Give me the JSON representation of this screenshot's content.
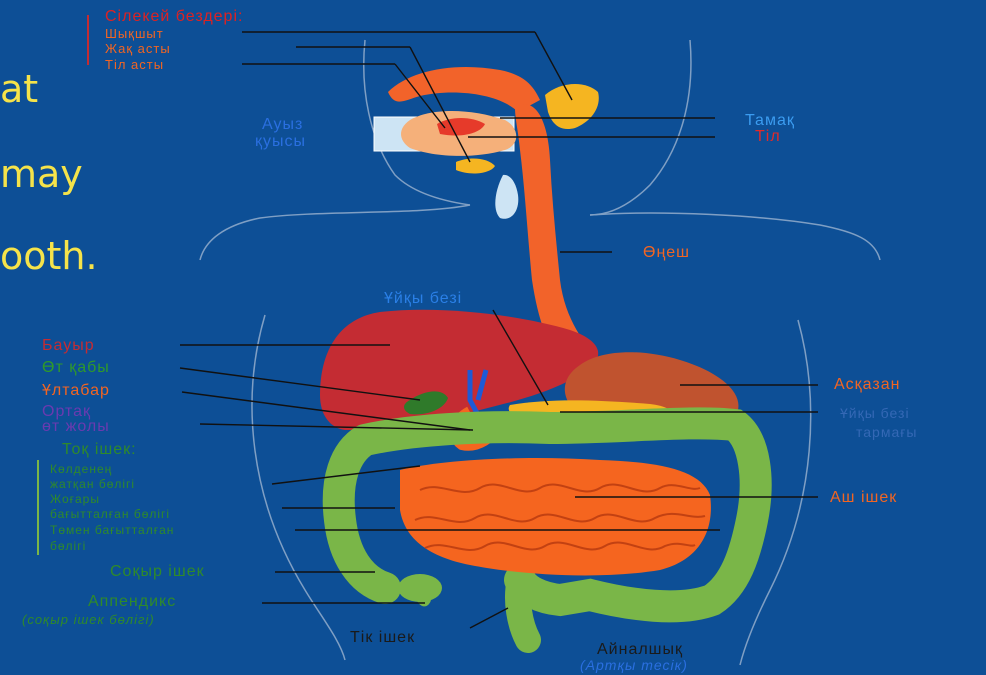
{
  "colors": {
    "background": "#0d4f96",
    "esophagus": "#f2632a",
    "liver": "#c42c33",
    "large_intestine": "#7ab648",
    "small_intestine": "#f5651f",
    "stomach": "#c0532f",
    "gland": "#f5b521",
    "gallbladder": "#2f7a2a",
    "bile_duct": "#1e5ad6",
    "slide_text": "#f5e34a"
  },
  "slide_text": {
    "line1": "at",
    "line2": "may",
    "line3": "ooth."
  },
  "labels": {
    "salivary_title": "Сілекей бездері:",
    "parotid": "Шықшыт",
    "submandibular": "Жақ асты",
    "sublingual": "Тіл асты",
    "oral_cavity_1": "Ауыз",
    "oral_cavity_2": "қуысы",
    "throat": "Тамақ",
    "tongue": "Тіл",
    "esophagus": "Өңеш",
    "pancreas": "Ұйқы безі",
    "liver": "Бауыр",
    "gallbladder": "Өт қабы",
    "duodenum": "Ұлтабар",
    "common_bile_duct_1": "Ортақ",
    "common_bile_duct_2": "өт жолы",
    "stomach": "Асқазан",
    "pancreatic_duct_1": "Ұйқы безі",
    "pancreatic_duct_2": "тармағы",
    "large_intestine_title": "Тоқ ішек:",
    "colon_transverse_1": "Көлденең",
    "colon_transverse_2": "жатқан бөлігі",
    "colon_ascending_1": "Жоғары",
    "colon_ascending_2": "бағытталған бөлігі",
    "colon_descending_1": "Төмен бағытталған",
    "colon_descending_2": "бөлігі",
    "small_intestine": "Аш ішек",
    "cecum": "Соқыр ішек",
    "appendix_1": "Аппендикс",
    "appendix_2": "(соқыр ішек бөлігі)",
    "rectum": "Тік ішек",
    "anus_1": "Айналшық",
    "anus_2": "(Артқы тесік)"
  }
}
